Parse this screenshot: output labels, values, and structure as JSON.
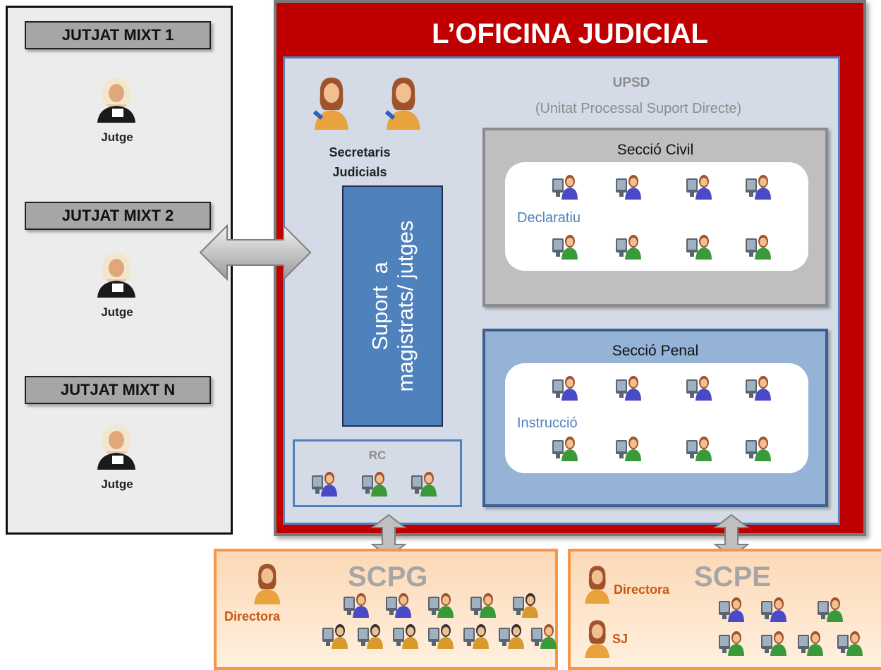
{
  "jutjats": [
    {
      "label": "JUTJAT MIXT 1",
      "role": "Jutge"
    },
    {
      "label": "JUTJAT MIXT 2",
      "role": "Jutge"
    },
    {
      "label": "JUTJAT MIXT N",
      "role": "Jutge"
    }
  ],
  "oficina": {
    "title": "L’OFICINA JUDICIAL",
    "upsd_title": "UPSD",
    "upsd_subtitle": "(Unitat Processal Suport Directe)",
    "secretaris_line1": "Secretaris",
    "secretaris_line2": "Judicials",
    "suport_line1": "Suport  a",
    "suport_line2": "magistrats/ jutges",
    "rc_label": "RC",
    "civil": {
      "title": "Secció Civil",
      "sublabel": "Declaratiu"
    },
    "penal": {
      "title": "Secció Penal",
      "sublabel": "Instrucció"
    }
  },
  "scpg": {
    "title": "SCPG",
    "director": "Directora"
  },
  "scpe": {
    "title": "SCPE",
    "director": "Directora",
    "sj": "SJ"
  },
  "colors": {
    "oficina_red": "#c00000",
    "blue": "#4f81bd",
    "orange": "#f79646"
  }
}
